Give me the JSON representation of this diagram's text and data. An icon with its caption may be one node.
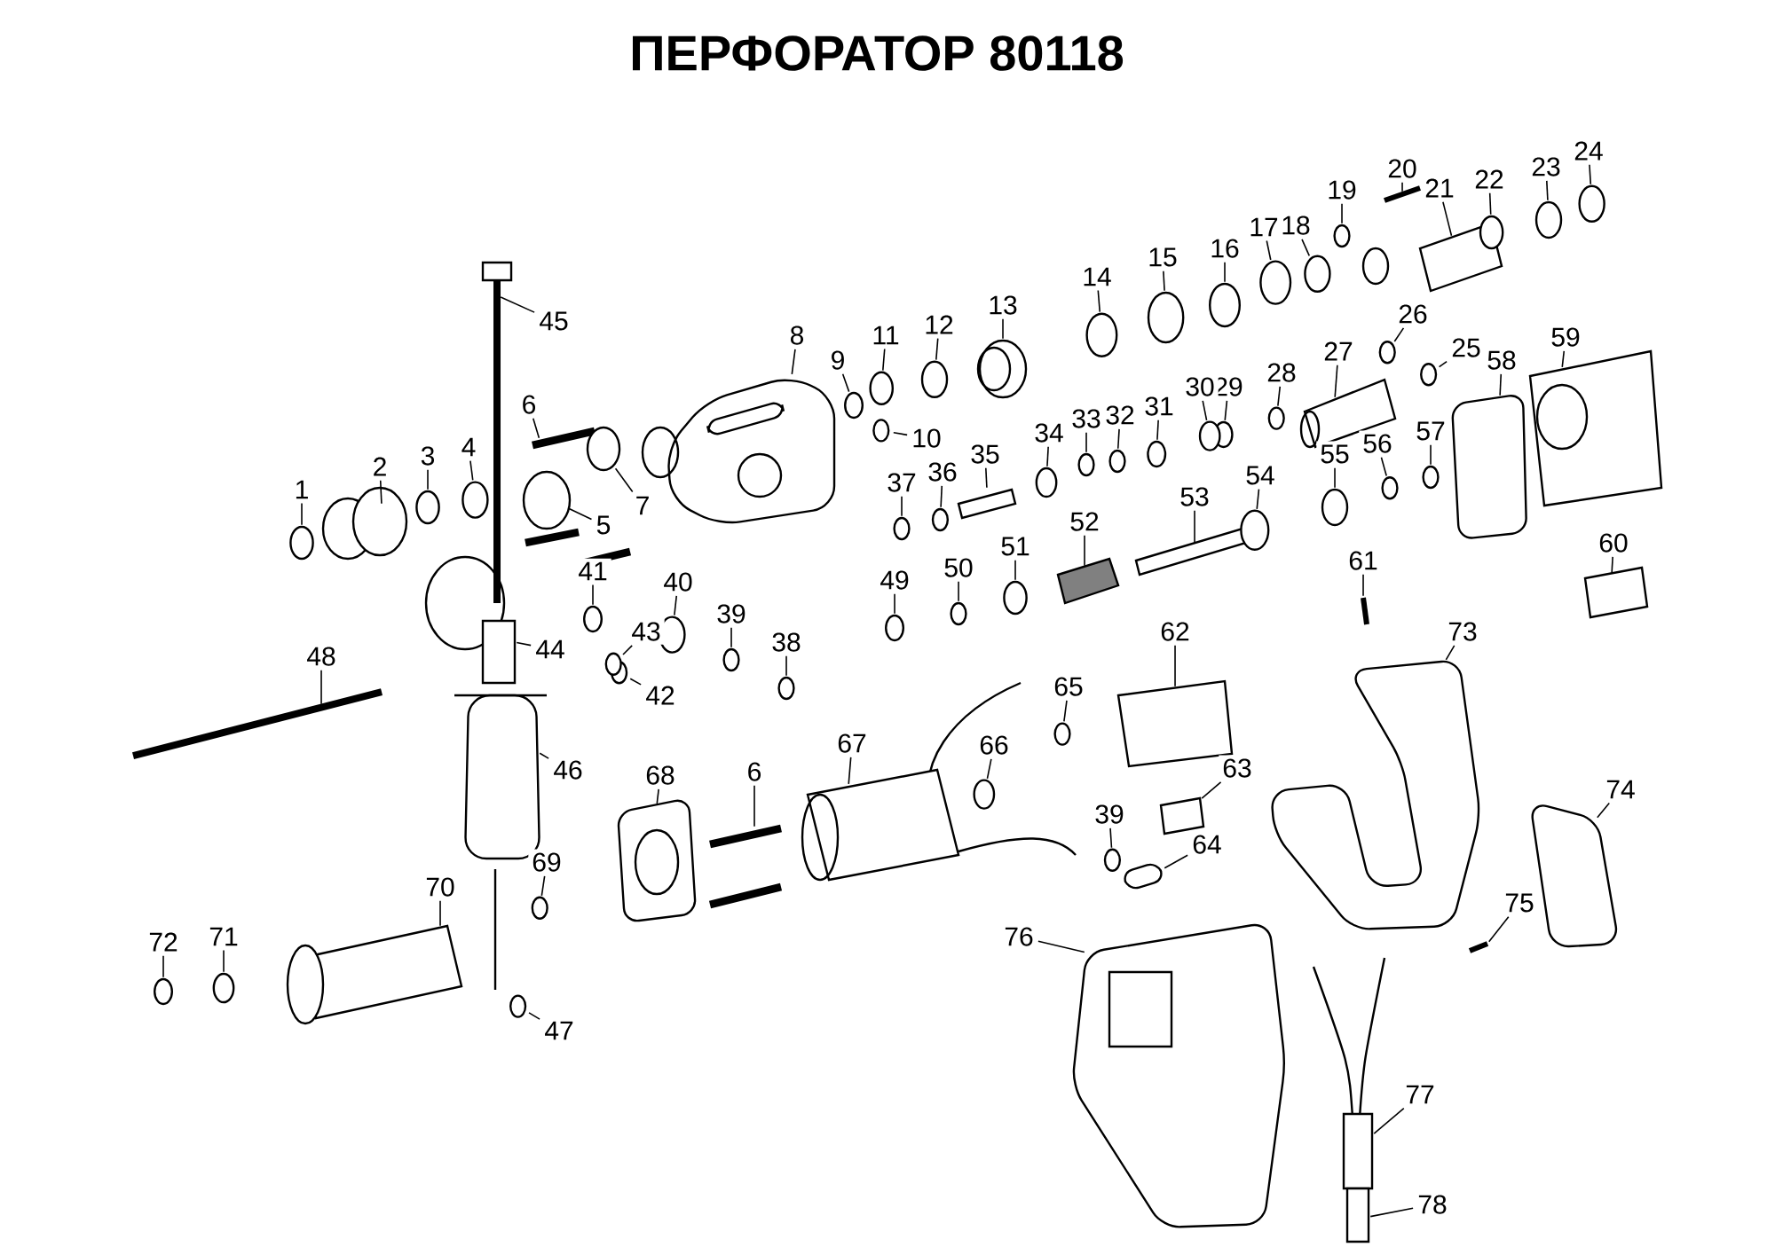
{
  "diagram": {
    "title": "ПЕРФОРАТОР 80118",
    "nodes": [
      {
        "text": [
          "1"
        ]
      },
      {
        "text": [
          "2"
        ]
      },
      {
        "text": [
          "3"
        ]
      },
      {
        "text": [
          "4"
        ]
      },
      {
        "text": [
          "5"
        ]
      },
      {
        "text": [
          "6"
        ]
      },
      {
        "text": [
          "6"
        ]
      },
      {
        "text": [
          "7"
        ]
      },
      {
        "text": [
          "8"
        ]
      },
      {
        "text": [
          "9"
        ]
      },
      {
        "text": [
          "10"
        ]
      },
      {
        "text": [
          "11"
        ]
      },
      {
        "text": [
          "12"
        ]
      },
      {
        "text": [
          "13"
        ]
      },
      {
        "text": [
          "14"
        ]
      },
      {
        "text": [
          "15"
        ]
      },
      {
        "text": [
          "16"
        ]
      },
      {
        "text": [
          "17"
        ]
      },
      {
        "text": [
          "18"
        ]
      },
      {
        "text": [
          "19"
        ]
      },
      {
        "text": [
          "20"
        ]
      },
      {
        "text": [
          "21"
        ]
      },
      {
        "text": [
          "22"
        ]
      },
      {
        "text": [
          "23"
        ]
      },
      {
        "text": [
          "24"
        ]
      },
      {
        "text": [
          "25"
        ]
      },
      {
        "text": [
          "26"
        ]
      },
      {
        "text": [
          "27"
        ]
      },
      {
        "text": [
          "28"
        ]
      },
      {
        "text": [
          "29"
        ]
      },
      {
        "text": [
          "30"
        ]
      },
      {
        "text": [
          "31"
        ]
      },
      {
        "text": [
          "32"
        ]
      },
      {
        "text": [
          "33"
        ]
      },
      {
        "text": [
          "34"
        ]
      },
      {
        "text": [
          "35"
        ]
      },
      {
        "text": [
          "36"
        ]
      },
      {
        "text": [
          "37"
        ]
      },
      {
        "text": [
          "38"
        ]
      },
      {
        "text": [
          "39"
        ]
      },
      {
        "text": [
          "39"
        ]
      },
      {
        "text": [
          "40"
        ]
      },
      {
        "text": [
          "41"
        ]
      },
      {
        "text": [
          "42"
        ]
      },
      {
        "text": [
          "43"
        ]
      },
      {
        "text": [
          "44"
        ]
      },
      {
        "text": [
          "45"
        ]
      },
      {
        "text": [
          "46"
        ]
      },
      {
        "text": [
          "47"
        ]
      },
      {
        "text": [
          "48"
        ]
      },
      {
        "text": [
          "49"
        ]
      },
      {
        "text": [
          "50"
        ]
      },
      {
        "text": [
          "51"
        ]
      },
      {
        "text": [
          "52"
        ]
      },
      {
        "text": [
          "53"
        ]
      },
      {
        "text": [
          "54"
        ]
      },
      {
        "text": [
          "55"
        ]
      },
      {
        "text": [
          "56"
        ]
      },
      {
        "text": [
          "57"
        ]
      },
      {
        "text": [
          "58"
        ]
      },
      {
        "text": [
          "59"
        ]
      },
      {
        "text": [
          "60"
        ]
      },
      {
        "text": [
          "61"
        ]
      },
      {
        "text": [
          "62"
        ]
      },
      {
        "text": [
          "63"
        ]
      },
      {
        "text": [
          "64"
        ]
      },
      {
        "text": [
          "65"
        ]
      },
      {
        "text": [
          "66"
        ]
      },
      {
        "text": [
          "67"
        ]
      },
      {
        "text": [
          "68"
        ]
      },
      {
        "text": [
          "69"
        ]
      },
      {
        "text": [
          "70"
        ]
      },
      {
        "text": [
          "71"
        ]
      },
      {
        "text": [
          "72"
        ]
      },
      {
        "text": [
          "73"
        ]
      },
      {
        "text": [
          "74"
        ]
      },
      {
        "text": [
          "75"
        ]
      },
      {
        "text": [
          "76"
        ]
      },
      {
        "text": [
          "77"
        ]
      },
      {
        "text": [
          "78"
        ]
      },
      {
        "text": [],
        "shape": "circle"
      },
      {
        "text": [],
        "shape": "circle"
      },
      {
        "text": [],
        "shape": "circle"
      },
      {
        "text": [],
        "shape": "circle"
      },
      {
        "text": [],
        "shape": "circle"
      },
      {
        "text": [],
        "shape": "bar"
      },
      {
        "text": [],
        "shape": "bar"
      },
      {
        "text": [],
        "shape": "circle"
      },
      {
        "text": [],
        "shape": "picture"
      },
      {
        "text": [],
        "shape": "circle"
      },
      {
        "text": [],
        "shape": "circle"
      },
      {
        "text": [],
        "shape": "circle"
      },
      {
        "text": [],
        "shape": "circle"
      },
      {
        "text": [],
        "shape": "picture"
      },
      {
        "text": [],
        "shape": "circle"
      },
      {
        "text": [],
        "shape": "circle"
      },
      {
        "text": [],
        "shape": "circle"
      },
      {
        "text": [],
        "shape": "circle"
      },
      {
        "text": [],
        "shape": "circle"
      },
      {
        "text": [],
        "shape": "circle"
      },
      {
        "text": [],
        "shape": "bar"
      },
      {
        "text": [],
        "shape": "cylinder"
      },
      {
        "text": [],
        "shape": "circle"
      },
      {
        "text": [],
        "shape": "circle"
      },
      {
        "text": [],
        "shape": "circle"
      },
      {
        "text": [],
        "shape": "circle"
      },
      {
        "text": [],
        "shape": "circle"
      },
      {
        "text": [],
        "shape": "cylinder"
      },
      {
        "text": [],
        "shape": "circle"
      },
      {
        "text": [],
        "shape": "circle"
      },
      {
        "text": [],
        "shape": "circle"
      },
      {
        "text": [],
        "shape": "circle"
      },
      {
        "text": [],
        "shape": "circle"
      },
      {
        "text": [],
        "shape": "circle"
      },
      {
        "text": [],
        "shape": "circle"
      },
      {
        "text": [],
        "shape": "cylinder"
      },
      {
        "text": [],
        "shape": "circle"
      },
      {
        "text": [],
        "shape": "circle"
      },
      {
        "text": [],
        "shape": "circle"
      },
      {
        "text": [],
        "shape": "circle"
      },
      {
        "text": [],
        "shape": "circle"
      },
      {
        "text": [],
        "shape": "circle"
      },
      {
        "text": [],
        "shape": "circle"
      },
      {
        "text": [],
        "shape": "circle"
      },
      {
        "text": [],
        "shape": "circle"
      },
      {
        "text": [],
        "shape": "circle"
      },
      {
        "text": [],
        "shape": "bar"
      },
      {
        "text": [],
        "shape": "cylinder"
      },
      {
        "text": [],
        "shape": "circle"
      },
      {
        "text": [],
        "shape": "bar"
      },
      {
        "text": [],
        "shape": "circle"
      },
      {
        "text": [],
        "shape": "circle"
      },
      {
        "text": [],
        "shape": "circle"
      },
      {
        "text": [],
        "shape": "cylinder"
      },
      {
        "text": [],
        "shape": "bar"
      },
      {
        "text": [],
        "shape": "circle"
      },
      {
        "text": [],
        "shape": "circle"
      },
      {
        "text": [],
        "shape": "circle"
      },
      {
        "text": [],
        "shape": "circle"
      },
      {
        "text": [],
        "shape": "box"
      },
      {
        "text": [],
        "shape": "picture"
      },
      {
        "text": [],
        "shape": "box"
      },
      {
        "text": [],
        "shape": "bar"
      },
      {
        "text": [],
        "shape": "picture"
      },
      {
        "text": [],
        "shape": "box"
      },
      {
        "text": [],
        "shape": "box"
      },
      {
        "text": [],
        "shape": "circle"
      },
      {
        "text": [],
        "shape": "circle"
      },
      {
        "text": [],
        "shape": "cylinder"
      },
      {
        "text": [],
        "shape": "picture"
      },
      {
        "text": [],
        "shape": "circle"
      },
      {
        "text": [],
        "shape": "cylinder"
      },
      {
        "text": [],
        "shape": "circle"
      },
      {
        "text": [],
        "shape": "circle"
      },
      {
        "text": [],
        "shape": "picture"
      },
      {
        "text": [],
        "shape": "picture"
      },
      {
        "text": [],
        "shape": "bar"
      },
      {
        "text": [],
        "shape": "picture"
      },
      {
        "text": [],
        "shape": "cylinder"
      },
      {
        "text": [],
        "shape": "cylinder"
      }
    ],
    "edges": [
      {
        "from": 0,
        "to": 80,
        "arrow": "none"
      },
      {
        "from": 1,
        "to": 81,
        "arrow": "none"
      },
      {
        "from": 2,
        "to": 82,
        "arrow": "none"
      },
      {
        "from": 3,
        "to": 83,
        "arrow": "none"
      },
      {
        "from": 4,
        "to": 84,
        "arrow": "none"
      },
      {
        "from": 5,
        "to": 85,
        "arrow": "none"
      },
      {
        "from": 6,
        "to": 86,
        "arrow": "none"
      },
      {
        "from": 7,
        "to": 87,
        "arrow": "none"
      },
      {
        "from": 8,
        "to": 88,
        "arrow": "none"
      },
      {
        "from": 9,
        "to": 89,
        "arrow": "none"
      },
      {
        "from": 10,
        "to": 90,
        "arrow": "none"
      },
      {
        "from": 11,
        "to": 91,
        "arrow": "none"
      },
      {
        "from": 12,
        "to": 92,
        "arrow": "none"
      },
      {
        "from": 13,
        "to": 93,
        "arrow": "none"
      },
      {
        "from": 14,
        "to": 94,
        "arrow": "none"
      },
      {
        "from": 15,
        "to": 95,
        "arrow": "none"
      },
      {
        "from": 16,
        "to": 96,
        "arrow": "none"
      },
      {
        "from": 17,
        "to": 97,
        "arrow": "none"
      },
      {
        "from": 18,
        "to": 98,
        "arrow": "none"
      },
      {
        "from": 19,
        "to": 99,
        "arrow": "none"
      },
      {
        "from": 20,
        "to": 100,
        "arrow": "none"
      },
      {
        "from": 21,
        "to": 101,
        "arrow": "none"
      },
      {
        "from": 22,
        "to": 102,
        "arrow": "none"
      },
      {
        "from": 23,
        "to": 103,
        "arrow": "none"
      },
      {
        "from": 24,
        "to": 104,
        "arrow": "none"
      },
      {
        "from": 25,
        "to": 105,
        "arrow": "none"
      },
      {
        "from": 26,
        "to": 106,
        "arrow": "none"
      },
      {
        "from": 27,
        "to": 107,
        "arrow": "none"
      },
      {
        "from": 28,
        "to": 108,
        "arrow": "none"
      },
      {
        "from": 29,
        "to": 109,
        "arrow": "none"
      },
      {
        "from": 30,
        "to": 110,
        "arrow": "none"
      },
      {
        "from": 31,
        "to": 111,
        "arrow": "none"
      },
      {
        "from": 32,
        "to": 112,
        "arrow": "none"
      },
      {
        "from": 33,
        "to": 113,
        "arrow": "none"
      },
      {
        "from": 34,
        "to": 114,
        "arrow": "none"
      },
      {
        "from": 35,
        "to": 115,
        "arrow": "none"
      },
      {
        "from": 36,
        "to": 116,
        "arrow": "none"
      },
      {
        "from": 37,
        "to": 117,
        "arrow": "none"
      },
      {
        "from": 38,
        "to": 118,
        "arrow": "none"
      },
      {
        "from": 39,
        "to": 119,
        "arrow": "none"
      },
      {
        "from": 40,
        "to": 120,
        "arrow": "none"
      },
      {
        "from": 41,
        "to": 121,
        "arrow": "none"
      },
      {
        "from": 42,
        "to": 122,
        "arrow": "none"
      },
      {
        "from": 43,
        "to": 123,
        "arrow": "none"
      },
      {
        "from": 44,
        "to": 124,
        "arrow": "none"
      },
      {
        "from": 45,
        "to": 125,
        "arrow": "none"
      },
      {
        "from": 46,
        "to": 126,
        "arrow": "none"
      },
      {
        "from": 47,
        "to": 127,
        "arrow": "none"
      },
      {
        "from": 48,
        "to": 128,
        "arrow": "none"
      },
      {
        "from": 49,
        "to": 129,
        "arrow": "none"
      },
      {
        "from": 50,
        "to": 130,
        "arrow": "none"
      },
      {
        "from": 51,
        "to": 131,
        "arrow": "none"
      },
      {
        "from": 52,
        "to": 132,
        "arrow": "none"
      },
      {
        "from": 53,
        "to": 133,
        "arrow": "none"
      },
      {
        "from": 54,
        "to": 134,
        "arrow": "none"
      },
      {
        "from": 55,
        "to": 135,
        "arrow": "none"
      },
      {
        "from": 56,
        "to": 136,
        "arrow": "none"
      },
      {
        "from": 57,
        "to": 137,
        "arrow": "none"
      },
      {
        "from": 58,
        "to": 138,
        "arrow": "none"
      },
      {
        "from": 59,
        "to": 139,
        "arrow": "none"
      },
      {
        "from": 60,
        "to": 140,
        "arrow": "none"
      },
      {
        "from": 61,
        "to": 141,
        "arrow": "none"
      },
      {
        "from": 62,
        "to": 142,
        "arrow": "none"
      },
      {
        "from": 63,
        "to": 143,
        "arrow": "none"
      },
      {
        "from": 64,
        "to": 144,
        "arrow": "none"
      },
      {
        "from": 65,
        "to": 145,
        "arrow": "none"
      },
      {
        "from": 66,
        "to": 146,
        "arrow": "none"
      },
      {
        "from": 67,
        "to": 147,
        "arrow": "none"
      },
      {
        "from": 68,
        "to": 148,
        "arrow": "none"
      },
      {
        "from": 69,
        "to": 149,
        "arrow": "none"
      },
      {
        "from": 70,
        "to": 150,
        "arrow": "none"
      },
      {
        "from": 71,
        "to": 151,
        "arrow": "none"
      },
      {
        "from": 72,
        "to": 152,
        "arrow": "none"
      },
      {
        "from": 73,
        "to": 153,
        "arrow": "none"
      },
      {
        "from": 74,
        "to": 154,
        "arrow": "none"
      },
      {
        "from": 75,
        "to": 155,
        "arrow": "none"
      },
      {
        "from": 76,
        "to": 156,
        "arrow": "none"
      },
      {
        "from": 77,
        "to": 157,
        "arrow": "none"
      },
      {
        "from": 78,
        "to": 158,
        "arrow": "none"
      },
      {
        "from": 79,
        "to": 159,
        "arrow": "none"
      }
    ]
  }
}
